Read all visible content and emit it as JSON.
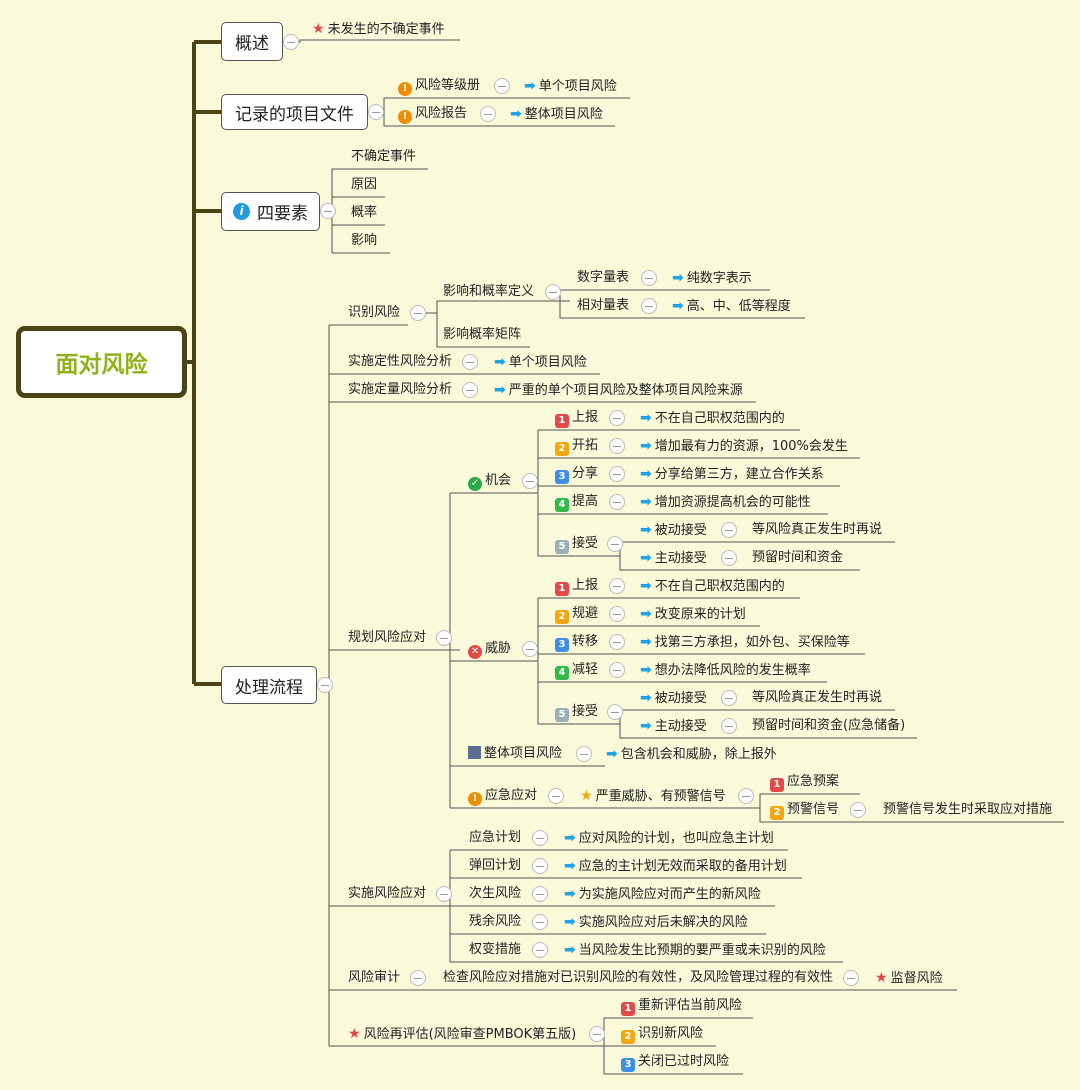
{
  "root": "面对风险",
  "overview": {
    "label": "概述",
    "note": "未发生的不确定事件"
  },
  "records": {
    "label": "记录的项目文件",
    "items": [
      {
        "label": "风险等级册",
        "target": "单个项目风险"
      },
      {
        "label": "风险报告",
        "target": "整体项目风险"
      }
    ]
  },
  "four_elements": {
    "label": "四要素",
    "items": [
      "不确定事件",
      "原因",
      "概率",
      "影响"
    ]
  },
  "process": {
    "label": "处理流程",
    "identify": {
      "label": "识别风险",
      "definition": "影响和概率定义",
      "numeric": {
        "label": "数字量表",
        "target": "纯数字表示"
      },
      "relative": {
        "label": "相对量表",
        "target": "高、中、低等程度"
      },
      "matrix": "影响概率矩阵"
    },
    "qualitative": {
      "label": "实施定性风险分析",
      "target": "单个项目风险"
    },
    "quantitative": {
      "label": "实施定量风险分析",
      "target": "严重的单个项目风险及整体项目风险来源"
    },
    "plan": {
      "label": "规划风险应对",
      "opportunity": {
        "label": "机会",
        "items": [
          {
            "num": "1",
            "label": "上报",
            "target": "不在自己职权范围内的"
          },
          {
            "num": "2",
            "label": "开拓",
            "target": "增加最有力的资源，100%会发生"
          },
          {
            "num": "3",
            "label": "分享",
            "target": "分享给第三方，建立合作关系"
          },
          {
            "num": "4",
            "label": "提高",
            "target": "增加资源提高机会的可能性"
          }
        ],
        "accept": {
          "num": "5",
          "label": "接受",
          "passive": {
            "label": "被动接受",
            "target": "等风险真正发生时再说"
          },
          "active": {
            "label": "主动接受",
            "target": "预留时间和资金"
          }
        }
      },
      "threat": {
        "label": "威胁",
        "items": [
          {
            "num": "1",
            "label": "上报",
            "target": "不在自己职权范围内的"
          },
          {
            "num": "2",
            "label": "规避",
            "target": "改变原来的计划"
          },
          {
            "num": "3",
            "label": "转移",
            "target": "找第三方承担，如外包、买保险等"
          },
          {
            "num": "4",
            "label": "减轻",
            "target": "想办法降低风险的发生概率"
          }
        ],
        "accept": {
          "num": "5",
          "label": "接受",
          "passive": {
            "label": "被动接受",
            "target": "等风险真正发生时再说"
          },
          "active": {
            "label": "主动接受",
            "target": "预留时间和资金(应急储备)"
          }
        }
      },
      "overall": {
        "label": "整体项目风险",
        "target": "包含机会和威胁，除上报外"
      },
      "emergency": {
        "label": "应急应对",
        "condition": "严重威胁、有预警信号",
        "plan": {
          "num": "1",
          "label": "应急预案"
        },
        "signal": {
          "num": "2",
          "label": "预警信号",
          "target": "预警信号发生时采取应对措施"
        }
      }
    },
    "implement": {
      "label": "实施风险应对",
      "items": [
        {
          "label": "应急计划",
          "target": "应对风险的计划，也叫应急主计划"
        },
        {
          "label": "弹回计划",
          "target": "应急的主计划无效而采取的备用计划"
        },
        {
          "label": "次生风险",
          "target": "为实施风险应对而产生的新风险"
        },
        {
          "label": "残余风险",
          "target": "实施风险应对后未解决的风险"
        },
        {
          "label": "权变措施",
          "target": "当风险发生比预期的要严重或未识别的风险"
        }
      ]
    },
    "audit": {
      "label": "风险审计",
      "desc": "检查风险应对措施对已识别风险的有效性，及风险管理过程的有效性",
      "target": "监督风险"
    },
    "reassess": {
      "label": "风险再评估(风险审查PMBOK第五版)",
      "items": [
        {
          "num": "1",
          "label": "重新评估当前风险"
        },
        {
          "num": "2",
          "label": "识别新风险"
        },
        {
          "num": "3",
          "label": "关闭已过时风险"
        }
      ]
    }
  }
}
